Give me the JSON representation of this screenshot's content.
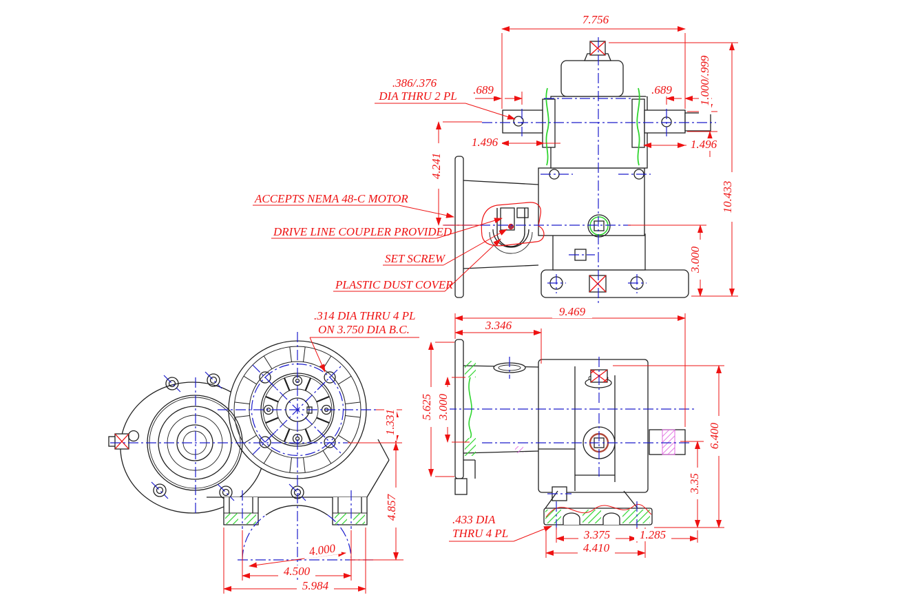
{
  "drawing": {
    "kind": "engineering-drawing",
    "colors": {
      "geometry": "#1f1f1f",
      "dimension": "#ee1212",
      "centerline": "#1a1acb",
      "gasket_green": "#2ed52e",
      "keyway_magenta": "#e06ae0"
    },
    "annotations": {
      "accepts_motor": "ACCEPTS NEMA 48-C MOTOR",
      "coupler_provided": "DRIVE LINE COUPLER PROVIDED",
      "set_screw": "SET SCREW",
      "dust_cover": "PLASTIC DUST COVER",
      "shaft_hole_note_l1": ".386/.376",
      "shaft_hole_note_l2": "DIA THRU 2 PL",
      "motor_bolt_note_l1": ".314 DIA THRU 4 PL",
      "motor_bolt_note_l2": "ON 3.750 DIA B.C.",
      "base_hole_note_l1": ".433 DIA",
      "base_hole_note_l2": "THRU 4 PL"
    },
    "top_view": {
      "dims": {
        "overall_width": "7.756",
        "shaft_square": "1.000/.999",
        "hole_offset_left": ".689",
        "hole_offset_right": ".689",
        "shaft_ext_left": "1.496",
        "shaft_ext_right": "1.496",
        "flange_to_axis": "4.241",
        "overall_height": "10.433",
        "axis_to_base": "3.000"
      }
    },
    "front_view": {
      "dims": {
        "axis_gap": "1.331",
        "axis_to_mount": "4.857",
        "arc_diameter": "4.000",
        "slot_spacing": "4.500",
        "overall_width": "5.984"
      }
    },
    "side_view": {
      "dims": {
        "overall_length": "9.469",
        "flange_to_housing": "3.346",
        "flange_od": "5.625",
        "pilot_dia": "3.000",
        "overall_height": "6.400",
        "axis_to_base": "3.35",
        "hole_spacing": "3.375",
        "hole_to_end": "1.285",
        "base_length": "4.410"
      }
    }
  }
}
